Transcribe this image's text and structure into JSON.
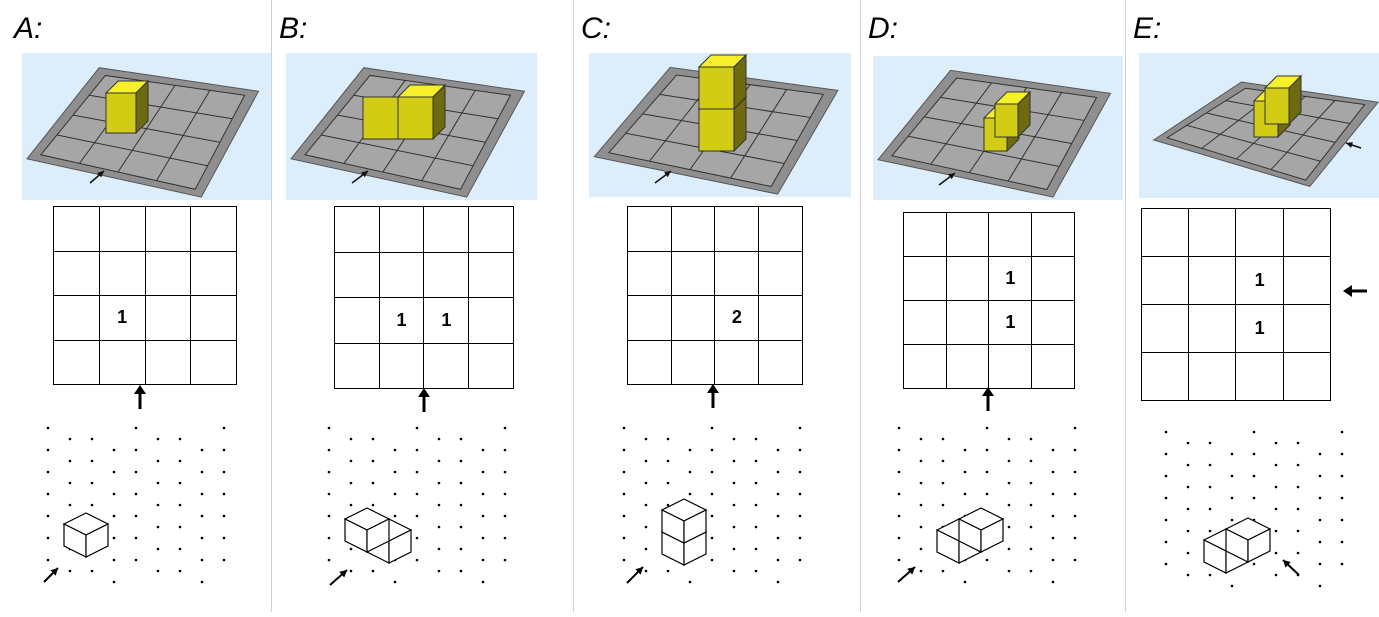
{
  "panels": [
    {
      "label": "A:",
      "scene_view": "front",
      "grid_view": "front",
      "grid": [
        [
          "",
          "",
          "",
          ""
        ],
        [
          "",
          "",
          "",
          ""
        ],
        [
          "",
          "1",
          "",
          ""
        ],
        [
          "",
          "",
          "",
          ""
        ]
      ]
    },
    {
      "label": "B:",
      "scene_view": "front",
      "grid_view": "front",
      "grid": [
        [
          "",
          "",
          "",
          ""
        ],
        [
          "",
          "",
          "",
          ""
        ],
        [
          "",
          "1",
          "1",
          ""
        ],
        [
          "",
          "",
          "",
          ""
        ]
      ]
    },
    {
      "label": "C:",
      "scene_view": "front",
      "grid_view": "front",
      "grid": [
        [
          "",
          "",
          "",
          ""
        ],
        [
          "",
          "",
          "",
          ""
        ],
        [
          "",
          "",
          "2",
          ""
        ],
        [
          "",
          "",
          "",
          ""
        ]
      ]
    },
    {
      "label": "D:",
      "scene_view": "front",
      "grid_view": "front",
      "grid": [
        [
          "",
          "",
          "",
          ""
        ],
        [
          "",
          "",
          "1",
          ""
        ],
        [
          "",
          "",
          "1",
          ""
        ],
        [
          "",
          "",
          "",
          ""
        ]
      ]
    },
    {
      "label": "E:",
      "scene_view": "right",
      "grid_view": "right",
      "grid": [
        [
          "",
          "",
          "",
          ""
        ],
        [
          "",
          "",
          "1",
          ""
        ],
        [
          "",
          "",
          "1",
          ""
        ],
        [
          "",
          "",
          "",
          ""
        ]
      ]
    }
  ],
  "colors": {
    "sky": "#dceefc",
    "base_outer": "#8f8f8f",
    "base_inner": "#a6a6a6",
    "cube_top": "#f6f02a",
    "cube_front": "#d2cc14",
    "cube_side": "#6e6a10"
  }
}
